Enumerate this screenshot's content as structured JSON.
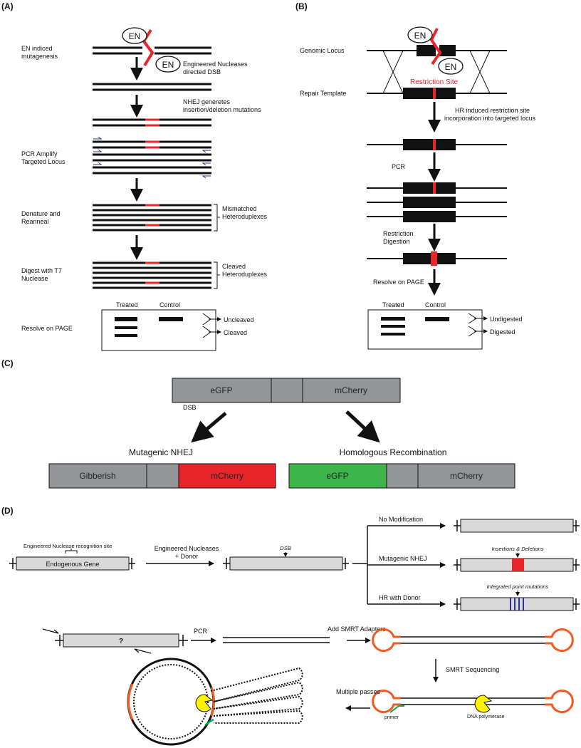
{
  "panels": {
    "a": "(A)",
    "b": "(B)",
    "c": "(C)",
    "d": "(D)"
  },
  "panel_a": {
    "en_label": "EN",
    "step_mutagenesis": [
      "EN indiced",
      "mutagenesis"
    ],
    "note_dsb": [
      "Engineered Nucleases",
      "directed DSB"
    ],
    "note_nhej": [
      "NHEJ generetes",
      "insertion/deletion mutations"
    ],
    "step_pcr": [
      "PCR Amplify",
      "Targeted Locus"
    ],
    "step_denature": [
      "Denature and",
      "Reanneal"
    ],
    "note_mismatched": [
      "Mismatched",
      "Heteroduplexes"
    ],
    "step_digest": [
      "Digest with T7",
      "Nuclease"
    ],
    "note_cleaved_het": [
      "Cleaved",
      "Heteroduplexes"
    ],
    "step_resolve": "Resolve on PAGE",
    "gel_treated": "Treated",
    "gel_control": "Control",
    "gel_uncleaved": "Uncleaved",
    "gel_cleaved": "Cleaved"
  },
  "panel_b": {
    "en_label": "EN",
    "genomic_locus": "Genomic Locus",
    "repair_template": "Repair Template",
    "restriction_site": "Restriction Site",
    "note_hr": [
      "HR induced restriction site",
      "incorporation into targeted locus"
    ],
    "pcr": "PCR",
    "restriction_digestion": [
      "Restriction",
      "Digestion"
    ],
    "resolve": "Resolve on PAGE",
    "gel_treated": "Treated",
    "gel_control": "Control",
    "gel_undigested": "Undigested",
    "gel_digested": "Digested"
  },
  "panel_c": {
    "top_left": "eGFP",
    "top_right": "mCherry",
    "dsb": "DSB",
    "nhej_title": "Mutagenic NHEJ",
    "hr_title": "Homologous Recombination",
    "nhej_left": "Gibberish",
    "nhej_right": "mCherry",
    "hr_left": "eGFP",
    "hr_right": "mCherry"
  },
  "panel_d": {
    "recognition_site": "Engineered Nuclease recognition site",
    "endogenous_gene": "Endogenous Gene",
    "en_donor": [
      "Engineered Nucleases",
      "+ Donor"
    ],
    "dsb": "DSB",
    "no_mod": "No Modification",
    "mut_nhej": "Mutagenic NHEJ",
    "hr_donor": "HR with Donor",
    "ins_del": "Insertions & Deletions",
    "integrated": "Integrated point mutations",
    "question": "?",
    "pcr": "PCR",
    "add_smrt": "Add SMRT Adapters",
    "smrt_seq": "SMRT Sequencing",
    "multiple_passes": "Multiple passes",
    "primer": "primer",
    "dna_polymerase": "DNA polymerase"
  },
  "colors": {
    "mutation_red": "#e8262a",
    "egfp_green": "#3db54a",
    "box_gray": "#939598",
    "gene_gray": "#d9d9d9",
    "adapter_orange": "#f15a24",
    "polymerase_yellow": "#fff200",
    "primer_green": "#00a651",
    "hr_blue": "#2e3192"
  }
}
